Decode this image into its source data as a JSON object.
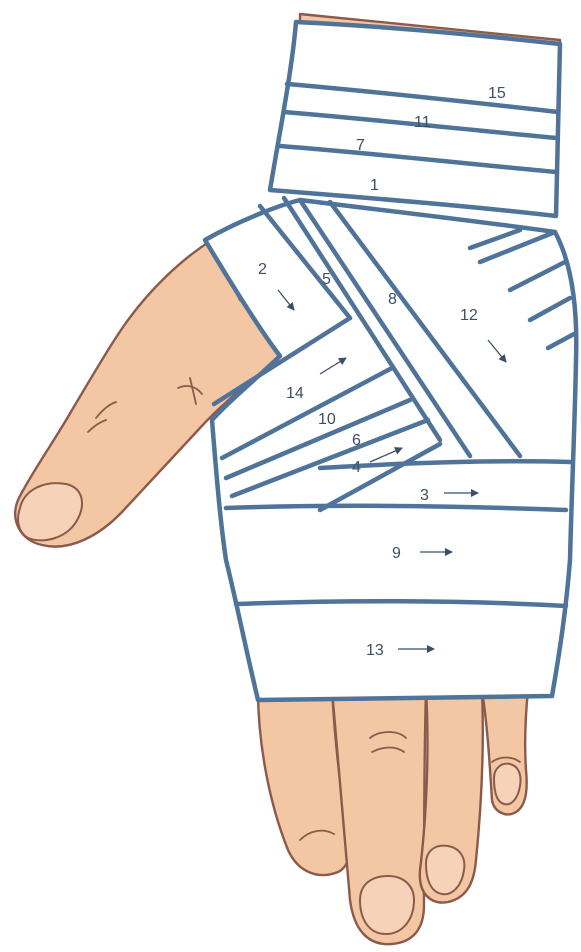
{
  "diagram": {
    "labels": {
      "l1": "1",
      "l2": "2",
      "l3": "3",
      "l4": "4",
      "l5": "5",
      "l6": "6",
      "l7": "7",
      "l8": "8",
      "l9": "9",
      "l10": "10",
      "l11": "11",
      "l12": "12",
      "l13": "13",
      "l14": "14",
      "l15": "15"
    },
    "colors": {
      "bandage_outline": "#4f7399",
      "bandage_fill": "#ffffff",
      "skin": "#f3c6a4",
      "skin_outline": "#8b5a4a",
      "label_text": "#3d4f66"
    },
    "icons": [
      "arrow-icon"
    ]
  }
}
